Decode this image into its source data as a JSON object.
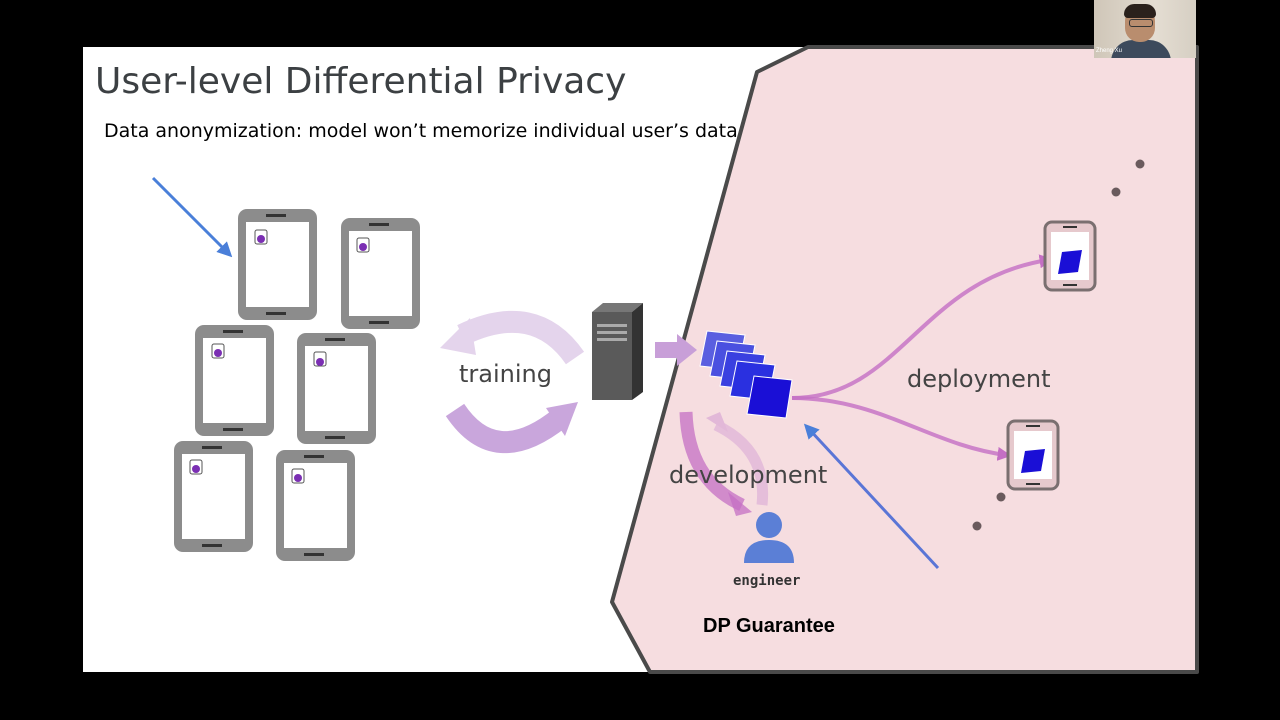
{
  "slide": {
    "title": "User-level Differential Privacy",
    "subtitle": "Data anonymization: model won’t memorize individual user’s data",
    "labels": {
      "training": "training",
      "deployment": "deployment",
      "development": "development",
      "engineer": "engineer",
      "dp_guarantee": "DP Guarantee"
    }
  },
  "webcam": {
    "name": "Zheng Xu"
  },
  "colors": {
    "background": "#000000",
    "slide_bg": "#ffffff",
    "dp_region": "#f6dde0",
    "phone_frame": "#888888",
    "data_dot": "#7b2fb3",
    "arrow_blue": "#4a7fd9",
    "model_blue": "#1a0fd6",
    "model_light": "#5a5fe0",
    "deploy_pink": "#c46fc4",
    "training_purple": "#c9a6dc",
    "engineer_blue": "#5b7fd6",
    "server_gray": "#555555"
  },
  "icons": [
    "phone-icon",
    "database-icon",
    "server-icon",
    "model-stack-icon",
    "engineer-icon",
    "pointer-arrow-icon"
  ]
}
